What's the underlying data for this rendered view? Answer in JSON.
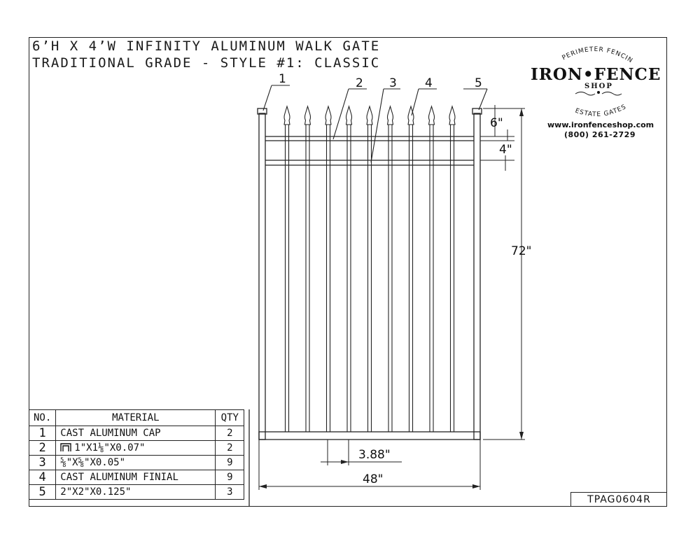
{
  "title": {
    "line1": "6’H X 4’W INFINITY ALUMINUM WALK GATE",
    "line2": "TRADITIONAL GRADE - STYLE #1: CLASSIC"
  },
  "logo": {
    "arc_top": "PERIMETER FENCING",
    "name": "IRON•FENCE",
    "shop": "SHOP",
    "arc_bottom": "ESTATE GATES",
    "url": "www.ironfenceshop.com",
    "phone": "(800) 261-2729"
  },
  "callouts": [
    "1",
    "2",
    "3",
    "4",
    "5"
  ],
  "dimensions": {
    "top_gap": "6\"",
    "rail_gap": "4\"",
    "height": "72\"",
    "picket_spacing": "3.88\"",
    "width": "48\""
  },
  "gate": {
    "picket_count": 9
  },
  "table": {
    "headers": {
      "no": "NO.",
      "material": "MATERIAL",
      "qty": "QTY"
    },
    "rows": [
      {
        "no": "1",
        "material": "CAST ALUMINUM CAP",
        "qty": "2"
      },
      {
        "no": "2",
        "material": "1\"X1⅛\"X0.07\"",
        "qty": "2",
        "icon": "channel-icon"
      },
      {
        "no": "3",
        "material": "⅝\"X⅝\"X0.05\"",
        "qty": "9"
      },
      {
        "no": "4",
        "material": "CAST ALUMINUM FINIAL",
        "qty": "9"
      },
      {
        "no": "5",
        "material": "2\"X2\"X0.125\"",
        "qty": "3"
      }
    ]
  },
  "drawing_number": "TPAG0604R"
}
